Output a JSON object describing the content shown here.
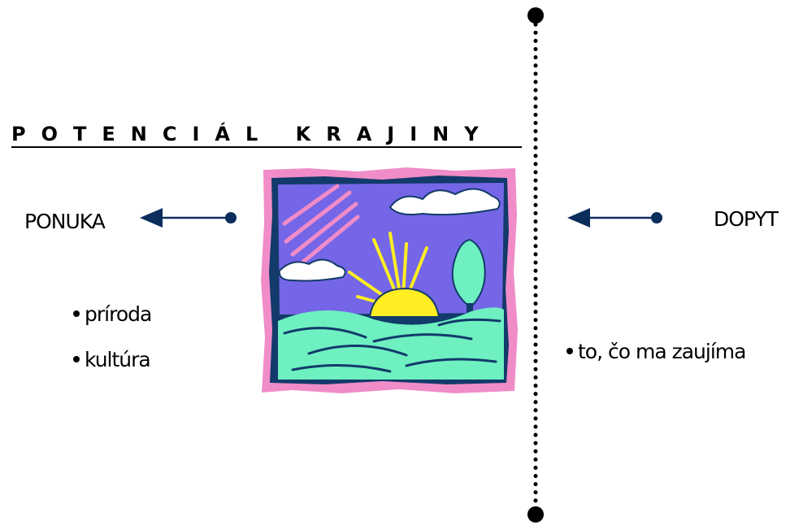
{
  "title": "POTENCIÁL KRAJINY",
  "left_label": "PONUKA",
  "right_label": "DOPYT",
  "left_items": [
    "príroda",
    "kultúra"
  ],
  "right_items": [
    "to, čo ma zaujíma"
  ],
  "colors": {
    "arrow": "#0b2d5c",
    "frame_pink": "#f08cc8",
    "sky": "#7466e6",
    "dark": "#123a6a",
    "sun": "#ffee22",
    "grass": "#6ef0c0"
  }
}
